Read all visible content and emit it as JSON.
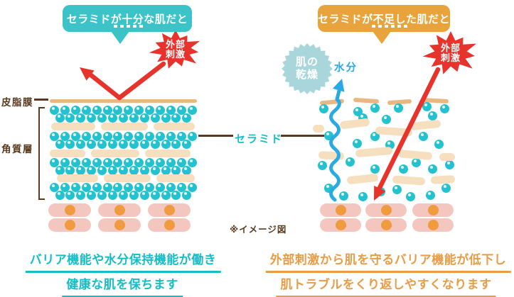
{
  "colors": {
    "teal": "#3CC3C8",
    "orange": "#E8A33C",
    "red": "#E6332C",
    "dot": "#23C2CE",
    "bar": "#F6DFBF",
    "sebum": "#E9B77F",
    "cell": "#F3C7BF",
    "nucleus": "#F09B40",
    "brown": "#5A3A1E",
    "tealText": "#14BEC6",
    "orangeText": "#E79C45",
    "blue": "#2BA9E2",
    "dryness": "#A9D6DA"
  },
  "left": {
    "bubble": "セラミドが十分な肌だと",
    "stimulus_top": "外部",
    "stimulus_bottom": "刺激",
    "caption1": "バリア機能や水分保持機能が働き",
    "caption2": "健康な肌を保ちます"
  },
  "right": {
    "bubble": "セラミドが不足した肌だと",
    "stimulus_top": "外部",
    "stimulus_bottom": "刺激",
    "dryness_top": "肌の",
    "dryness_bottom": "乾燥",
    "moisture": "水分",
    "caption1": "外部刺激から肌を守るバリア機能が低下し",
    "caption2": "肌トラブルをくり返しやすくなります"
  },
  "labels": {
    "sebum_layer": "皮脂膜",
    "stratum_corneum": "角質層",
    "ceramide": "セラミド",
    "note": "※イメージ図"
  }
}
